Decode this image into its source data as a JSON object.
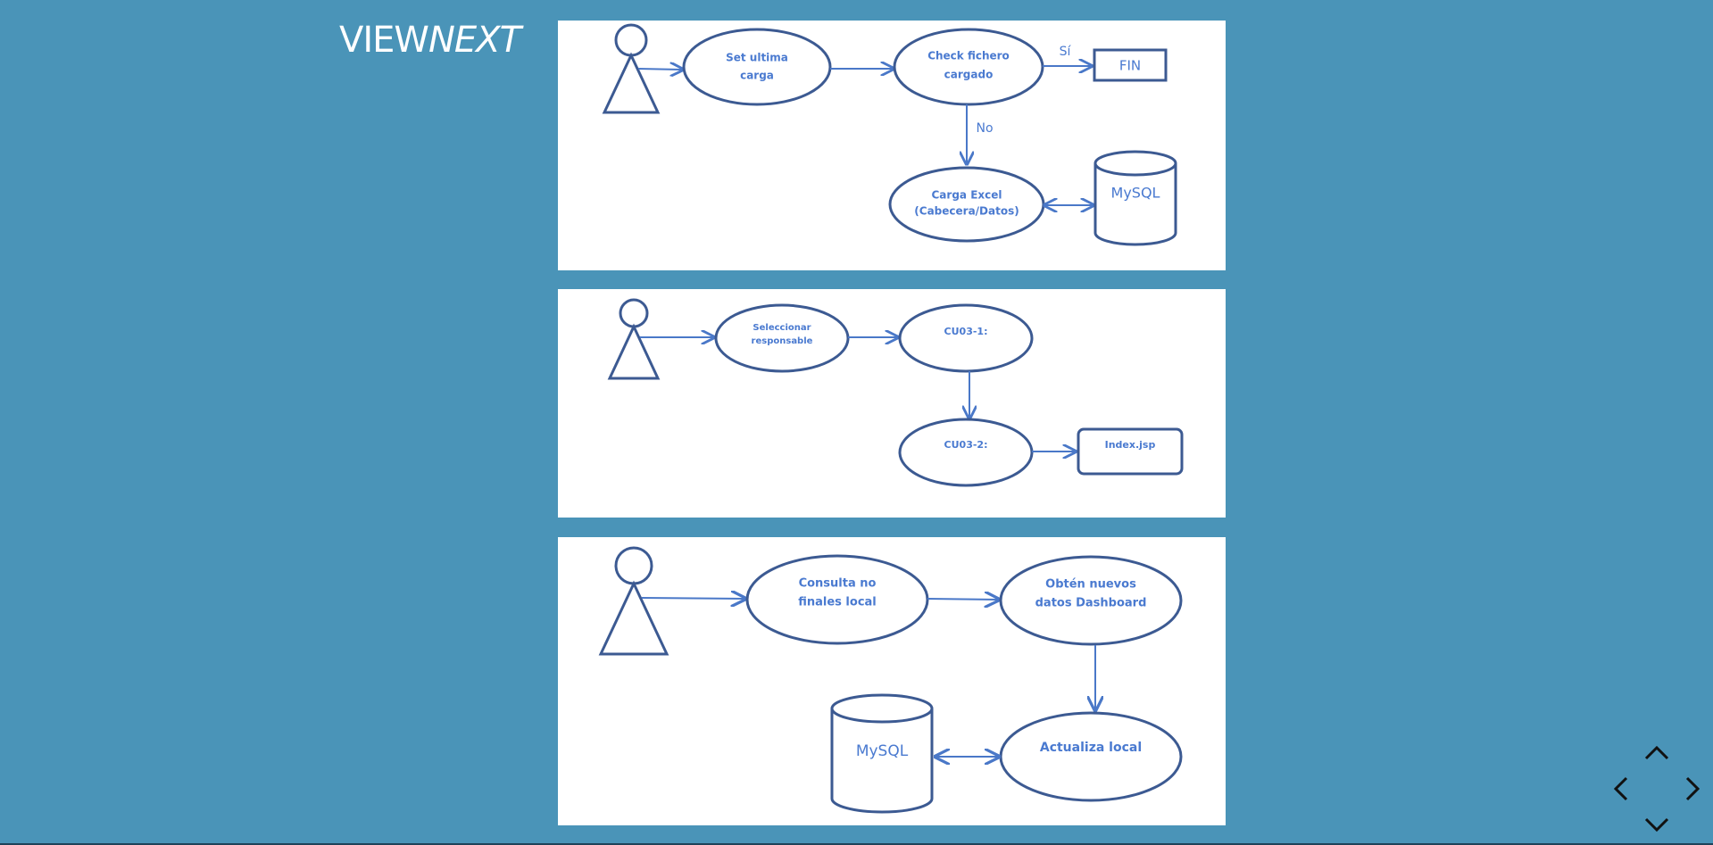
{
  "logo": {
    "part1": "VIEW",
    "part2": "NEXT"
  },
  "diagram1": {
    "set_ultima_l1": "Set ultima",
    "set_ultima_l2": "carga",
    "check_l1": "Check fichero",
    "check_l2": "cargado",
    "si_label": "Sí",
    "fin_label": "FIN",
    "no_label": "No",
    "carga_l1": "Carga Excel",
    "carga_l2": "(Cabecera/Datos)",
    "db_label": "MySQL"
  },
  "diagram2": {
    "seleccionar_l1": "Seleccionar",
    "seleccionar_l2": "responsable",
    "cu031": "CU03-1:",
    "cu032": "CU03-2:",
    "index_label": "Index.jsp"
  },
  "diagram3": {
    "consulta_l1": "Consulta no",
    "consulta_l2": "finales local",
    "obten_l1": "Obtén nuevos",
    "obten_l2": "datos Dashboard",
    "actualiza": "Actualiza local",
    "db_label": "MySQL"
  },
  "colors": {
    "background": "#4a94b8",
    "shape_stroke": "#3c5a92",
    "arrow": "#4a78c8",
    "text": "#4a7ad0"
  },
  "icons": {
    "nav": "diamond-navigation-icon"
  }
}
